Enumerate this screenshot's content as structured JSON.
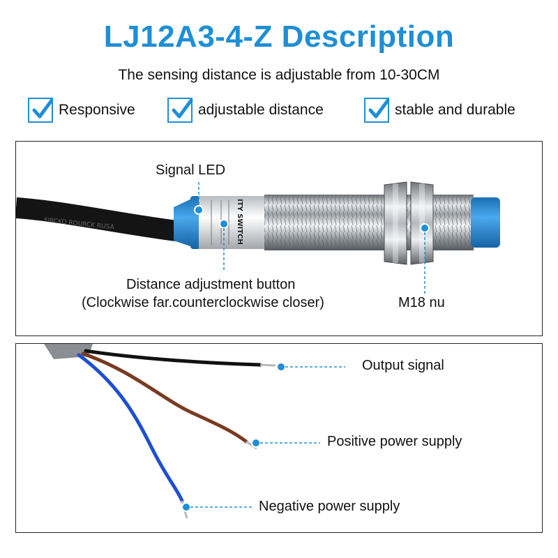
{
  "title": "LJ12A3-4-Z Description",
  "subtitle": "The sensing distance is adjustable from 10-30CM",
  "features": [
    {
      "label": "Responsive"
    },
    {
      "label": "adjustable distance"
    },
    {
      "label": "stable and durable"
    }
  ],
  "sensor_panel": {
    "signal_led": "Signal LED",
    "adjust_button": "Distance adjustment button",
    "adjust_note": "(Clockwise far.counterclockwise closer)",
    "nut": "M18 nu",
    "body_print": "ITY SWITCH",
    "cable_print": "FIRCKO  ROURCK  RUSA"
  },
  "wires_panel": {
    "output": "Output signal",
    "positive": "Positive power supply",
    "negative": "Negative power supply"
  },
  "colors": {
    "accent": "#1e8fd6",
    "cap": "#2a8fd8",
    "wire_black": "#111111",
    "wire_brown": "#7a3a22",
    "wire_blue": "#1f4fd0",
    "sheath": "#8a8e93"
  }
}
